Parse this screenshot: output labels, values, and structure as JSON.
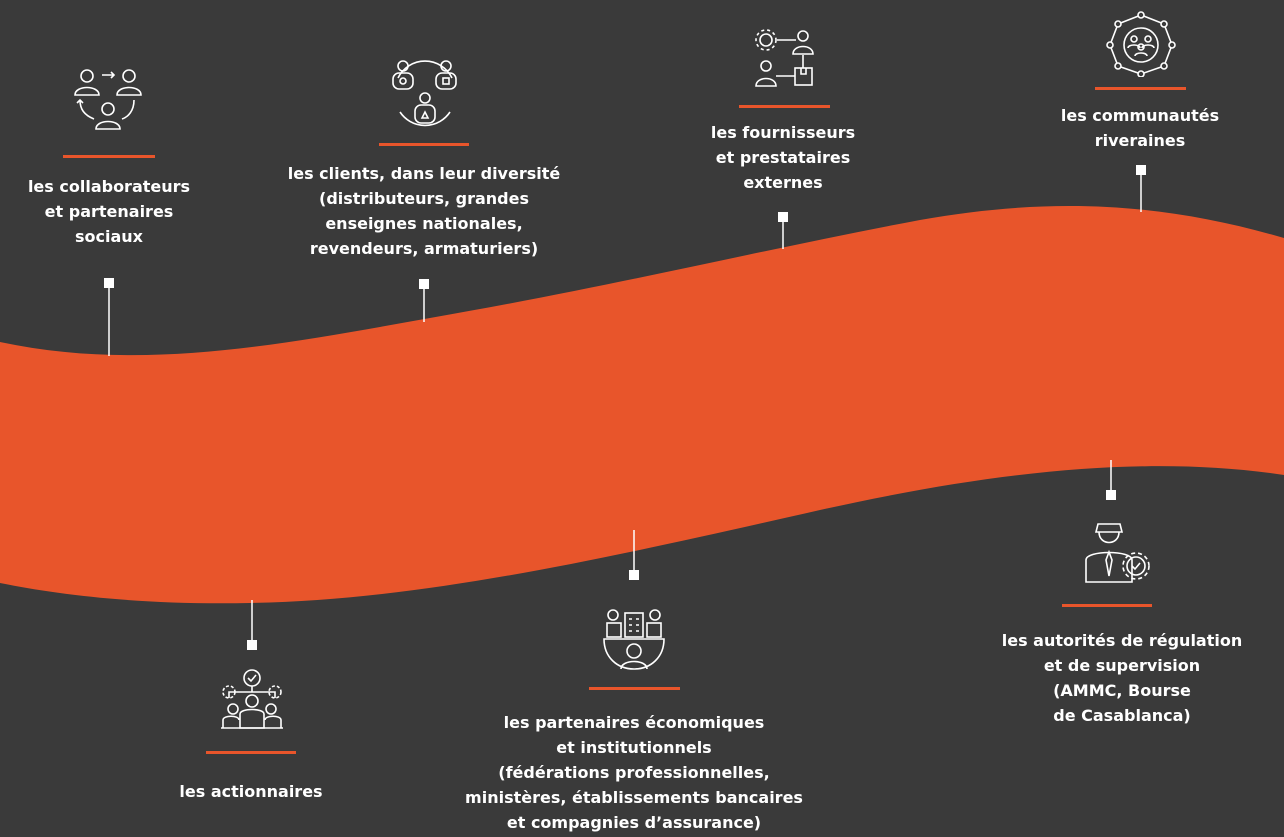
{
  "colors": {
    "background": "#3a3a3a",
    "ribbon": "#e8552b",
    "text": "#ffffff",
    "accent_line": "#e8552b",
    "connector": "#ffffff"
  },
  "stakeholders": [
    {
      "id": "collaborateurs",
      "icon": "people-cycle-icon",
      "text": "les collaborateurs\net partenaires\nsociaux"
    },
    {
      "id": "clients",
      "icon": "client-group-icon",
      "text": "les clients, dans leur diversité\n(distributeurs, grandes\nenseignes nationales,\nrevendeurs, armaturiers)"
    },
    {
      "id": "fournisseurs",
      "icon": "supplier-network-icon",
      "text": "les fournisseurs\net prestataires\nexternes"
    },
    {
      "id": "communautes",
      "icon": "community-network-icon",
      "text": "les communautés\nriveraines"
    },
    {
      "id": "actionnaires",
      "icon": "shareholders-icon",
      "text": "les actionnaires"
    },
    {
      "id": "partenaires",
      "icon": "institutions-globe-icon",
      "text": "les partenaires économiques\net institutionnels\n(fédérations professionnelles,\nministères, établissements bancaires\net compagnies d’assurance)"
    },
    {
      "id": "autorites",
      "icon": "regulator-officer-icon",
      "text": "les autorités de régulation\net de supervision\n(AMMC, Bourse\nde Casablanca)"
    }
  ]
}
